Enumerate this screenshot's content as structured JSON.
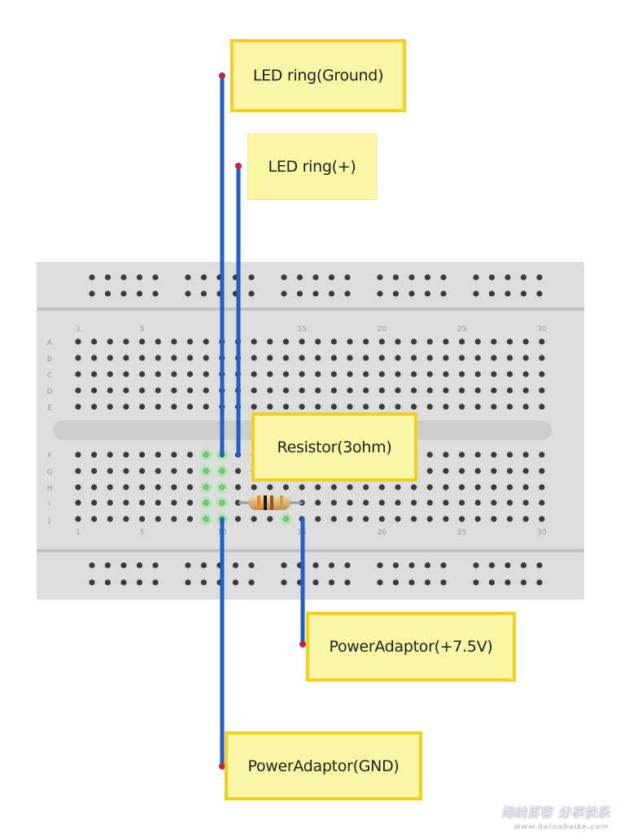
{
  "labels": {
    "led_ground": "LED ring(Ground)",
    "led_plus": "LED ring(+)",
    "resistor": "Resistor(3ohm)",
    "power_plus": "PowerAdaptor(+7.5V)",
    "power_gnd": "PowerAdaptor(GND)"
  },
  "breadboard": {
    "rows_top": [
      "A",
      "B",
      "C",
      "D",
      "E"
    ],
    "rows_bottom": [
      "F",
      "G",
      "H",
      "I",
      "J"
    ],
    "column_numbers": [
      "1",
      "5",
      "10",
      "15",
      "20",
      "25",
      "30"
    ],
    "top_column_numbers": [
      "1",
      "5",
      "",
      "15",
      "20",
      "25",
      "30"
    ]
  },
  "colors": {
    "wire": "#1f5fc8",
    "wire_end": "#c22345",
    "callout_fill": "#fbf6a6",
    "callout_border": "#f4cf1b",
    "board": "#dddddd",
    "hole": "#3a3a3a",
    "highlight": "#66dd66"
  },
  "watermark": {
    "cn": "海纳百客 分享快乐",
    "en": "www.hainabaike.com"
  }
}
